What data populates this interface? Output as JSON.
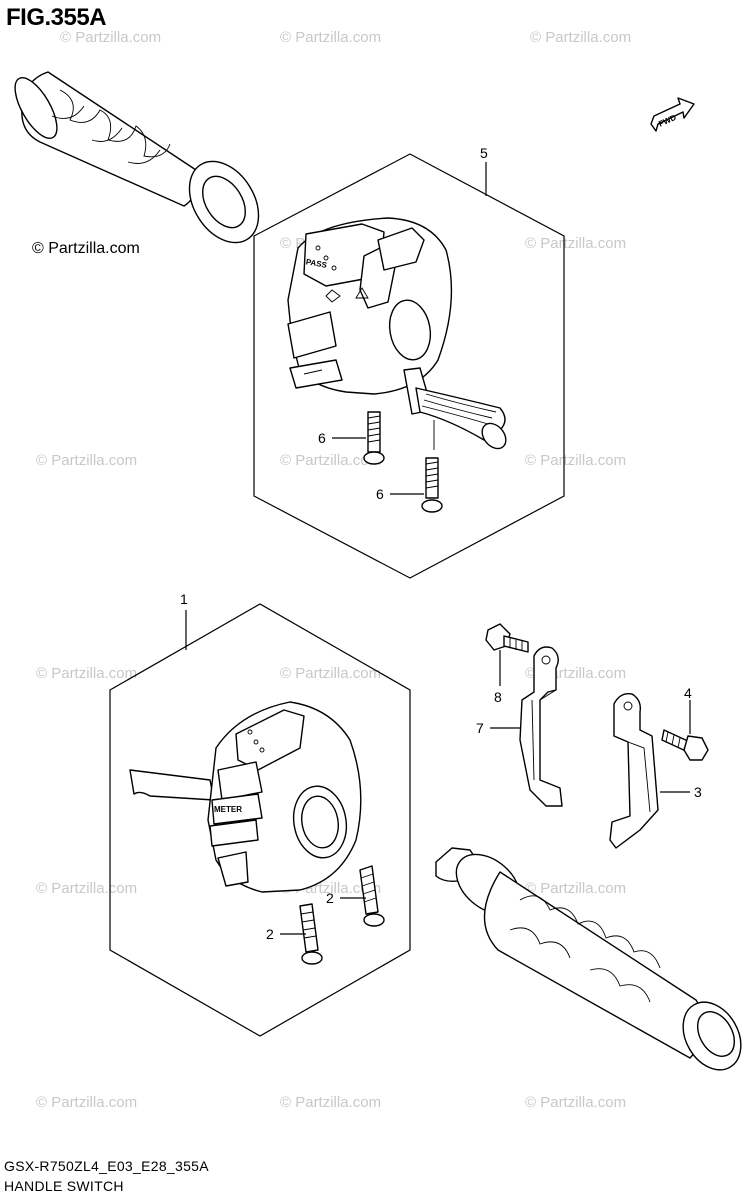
{
  "figure": {
    "title": "FIG.355A",
    "model_code": "GSX-R750ZL4_E03_E28_355A",
    "caption": "HANDLE SWITCH",
    "copyright": "© Partzilla.com",
    "watermark": "© Partzilla.com",
    "fwd_label": "FWD"
  },
  "switch_labels": {
    "pass": "PASS",
    "meter": "METER"
  },
  "callouts": [
    {
      "id": "callout-5",
      "label": "5"
    },
    {
      "id": "callout-6a",
      "label": "6"
    },
    {
      "id": "callout-6b",
      "label": "6"
    },
    {
      "id": "callout-1",
      "label": "1"
    },
    {
      "id": "callout-8",
      "label": "8"
    },
    {
      "id": "callout-7",
      "label": "7"
    },
    {
      "id": "callout-4",
      "label": "4"
    },
    {
      "id": "callout-3",
      "label": "3"
    },
    {
      "id": "callout-2a",
      "label": "2"
    },
    {
      "id": "callout-2b",
      "label": "2"
    }
  ]
}
